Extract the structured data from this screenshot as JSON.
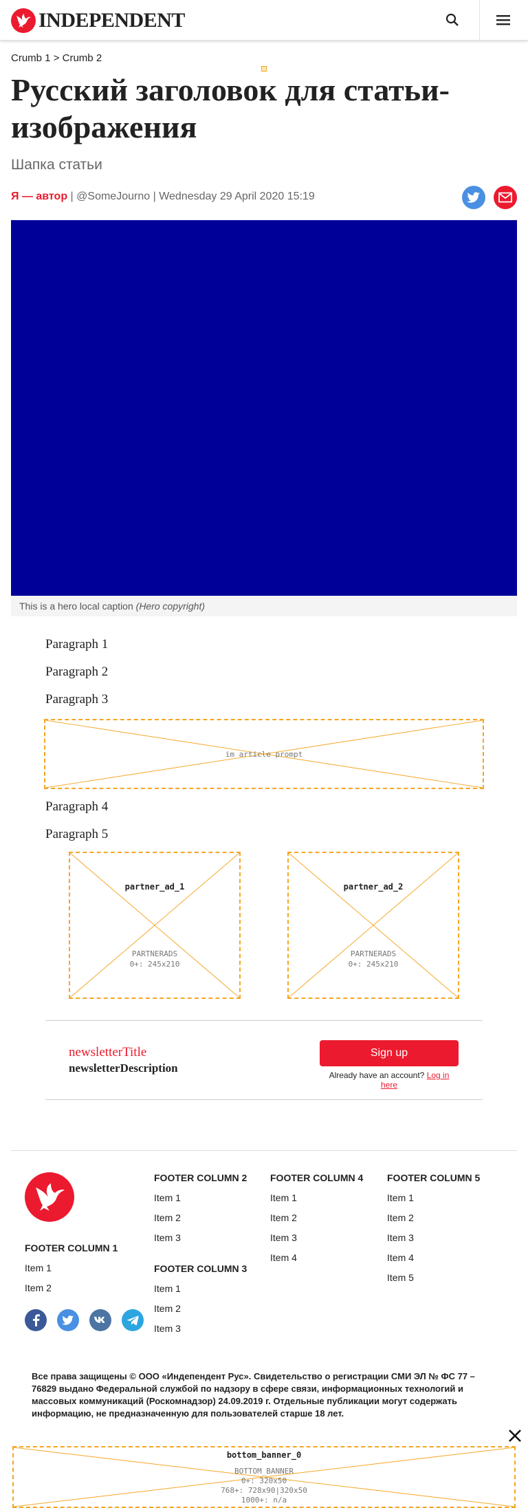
{
  "header": {
    "brand": "INDEPENDENT",
    "search_icon": "search-icon",
    "menu_icon": "hamburger-menu-icon"
  },
  "breadcrumb": {
    "items": [
      "Crumb 1",
      "Crumb 2"
    ],
    "separator": ">"
  },
  "article": {
    "title": "Русский заголовок для статьи-изображения",
    "standfirst": "Шапка статьи",
    "author": "Я — автор",
    "twitter_handle": "@SomeJourno",
    "date": "Wednesday 29 April 2020 15:19",
    "hero_color": "#000099",
    "caption": "This is a hero local caption",
    "caption_copyright": "(Hero copyright)",
    "paragraphs": [
      "Paragraph 1",
      "Paragraph 2",
      "Paragraph 3",
      "Paragraph 4",
      "Paragraph 5"
    ]
  },
  "ads": {
    "in_article": "im article prompt",
    "partner_1": {
      "name": "partner_ad_1",
      "type": "PARTNERADS",
      "size": "0+: 245x210"
    },
    "partner_2": {
      "name": "partner_ad_2",
      "type": "PARTNERADS",
      "size": "0+: 245x210"
    },
    "bottom": {
      "name": "bottom_banner_0",
      "type": "BOTTOM_BANNER",
      "sizes": [
        "0+: 320x50",
        "768+: 728x90|320x50",
        "1000+: n/a"
      ]
    }
  },
  "newsletter": {
    "title": "newsletterTitle",
    "description": "newsletterDescription",
    "signup_label": "Sign up",
    "login_prompt": "Already have an account?",
    "login_link": "Log in here"
  },
  "footer": {
    "columns": [
      {
        "title": "FOOTER COLUMN 1",
        "items": [
          "Item 1",
          "Item 2"
        ]
      },
      {
        "title": "FOOTER COLUMN 2",
        "items": [
          "Item 1",
          "Item 2",
          "Item 3"
        ]
      },
      {
        "title": "FOOTER COLUMN 3",
        "items": [
          "Item 1",
          "Item 2",
          "Item 3"
        ]
      },
      {
        "title": "FOOTER COLUMN 4",
        "items": [
          "Item 1",
          "Item 2",
          "Item 3",
          "Item 4"
        ]
      },
      {
        "title": "FOOTER COLUMN 5",
        "items": [
          "Item 1",
          "Item 2",
          "Item 3",
          "Item 4",
          "Item 5"
        ]
      }
    ],
    "social": [
      "facebook-icon",
      "twitter-icon",
      "vk-icon",
      "telegram-icon"
    ],
    "legal": "Все права защищены © ООО «Индепендент Рус». Свидетельство о регистрации СМИ ЭЛ № ФС 77 – 76829 выдано Федеральной службой по надзору в сфере связи, информационных технологий и массовых коммуникаций (Роскомнадзор) 24.09.2019 г. Отдельные публикации могут содержать информацию, не предназначенную для пользователей старше 18 лет."
  },
  "colors": {
    "accent": "#ec1a2e",
    "ad_border": "#f5a623",
    "twitter": "#4a90e2",
    "facebook": "#3b5998",
    "vk": "#4c75a3",
    "telegram": "#2ca5e0"
  }
}
